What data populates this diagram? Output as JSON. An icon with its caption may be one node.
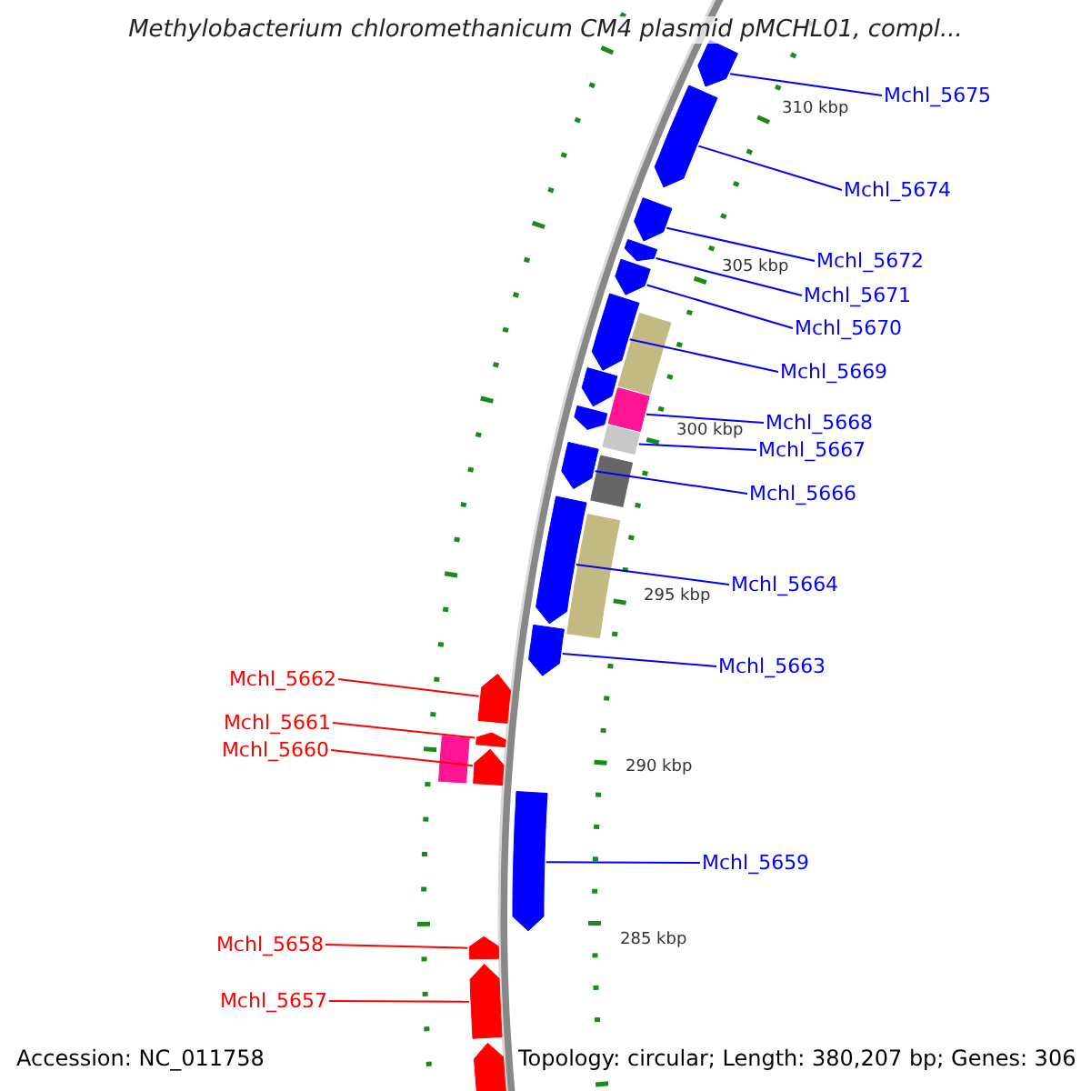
{
  "diagram": {
    "title": "Methylobacterium chloromethanicum CM4 plasmid pMCHL01, compl...",
    "nodes": [
      {
        "text": [
          "Mchl_5675"
        ]
      },
      {
        "text": [
          "Mchl_5674"
        ]
      },
      {
        "text": [
          "Mchl_5672"
        ]
      },
      {
        "text": [
          "Mchl_5671"
        ]
      },
      {
        "text": [
          "Mchl_5670"
        ]
      },
      {
        "text": [
          "Mchl_5669"
        ]
      },
      {
        "text": [
          "Mchl_5668"
        ]
      },
      {
        "text": [
          "Mchl_5667"
        ]
      },
      {
        "text": [
          "Mchl_5666"
        ]
      },
      {
        "text": [
          "Mchl_5664"
        ]
      },
      {
        "text": [
          "Mchl_5663"
        ]
      },
      {
        "text": [
          "Mchl_5662"
        ]
      },
      {
        "text": [
          "Mchl_5661"
        ]
      },
      {
        "text": [
          "Mchl_5660"
        ]
      },
      {
        "text": [
          "Mchl_5659"
        ]
      },
      {
        "text": [
          "Mchl_5658"
        ]
      },
      {
        "text": [
          "Mchl_5657"
        ]
      },
      {
        "text": [],
        "shape": "arrow"
      },
      {
        "text": [],
        "shape": "arrow"
      },
      {
        "text": [],
        "shape": "arrow"
      },
      {
        "text": [],
        "shape": "arrow"
      },
      {
        "text": [],
        "shape": "arrow"
      },
      {
        "text": [],
        "shape": "arrow"
      },
      {
        "text": [],
        "shape": "box"
      },
      {
        "text": [],
        "shape": "arrow"
      },
      {
        "text": [],
        "shape": "box"
      },
      {
        "text": [],
        "shape": "arrow"
      },
      {
        "text": [],
        "shape": "box"
      },
      {
        "text": [],
        "shape": "arrow"
      },
      {
        "text": [],
        "shape": "box"
      },
      {
        "text": [],
        "shape": "arrow"
      },
      {
        "text": [],
        "shape": "box"
      },
      {
        "text": [],
        "shape": "arrow"
      },
      {
        "text": [],
        "shape": "arrow"
      },
      {
        "text": [],
        "shape": "arrow"
      },
      {
        "text": [],
        "shape": "box"
      },
      {
        "text": [],
        "shape": "arrow"
      },
      {
        "text": [],
        "shape": "arrow"
      },
      {
        "text": [],
        "shape": "arrow"
      },
      {
        "text": [],
        "shape": "arrow"
      },
      {
        "text": [],
        "shape": "arrow"
      }
    ],
    "edges": [
      {
        "from": 0,
        "to": 17,
        "arrow": "none"
      },
      {
        "from": 1,
        "to": 18,
        "arrow": "none"
      },
      {
        "from": 2,
        "to": 19,
        "arrow": "none"
      },
      {
        "from": 3,
        "to": 20,
        "arrow": "none"
      },
      {
        "from": 4,
        "to": 21,
        "arrow": "none"
      },
      {
        "from": 5,
        "to": 22,
        "arrow": "none"
      },
      {
        "from": 6,
        "to": 25,
        "arrow": "none"
      },
      {
        "from": 7,
        "to": 27,
        "arrow": "none"
      },
      {
        "from": 8,
        "to": 28,
        "arrow": "none"
      },
      {
        "from": 9,
        "to": 30,
        "arrow": "none"
      },
      {
        "from": 10,
        "to": 32,
        "arrow": "none"
      },
      {
        "from": 11,
        "to": 33,
        "arrow": "none",
        "color": "#ff0000"
      },
      {
        "from": 12,
        "to": 34,
        "arrow": "none",
        "color": "#ff0000"
      },
      {
        "from": 13,
        "to": 36,
        "arrow": "none",
        "color": "#ff0000"
      },
      {
        "from": 14,
        "to": 37,
        "arrow": "none"
      },
      {
        "from": 15,
        "to": 38,
        "arrow": "none",
        "color": "#ff0000"
      },
      {
        "from": 16,
        "to": 39,
        "arrow": "none",
        "color": "#ff0000"
      }
    ],
    "labels": [
      "310 kbp",
      "305 kbp",
      "300 kbp",
      "295 kbp",
      "290 kbp",
      "285 kbp",
      "Accession: NC_011758",
      "Topology: circular; Length: 380,207 bp; Genes: 306"
    ]
  }
}
